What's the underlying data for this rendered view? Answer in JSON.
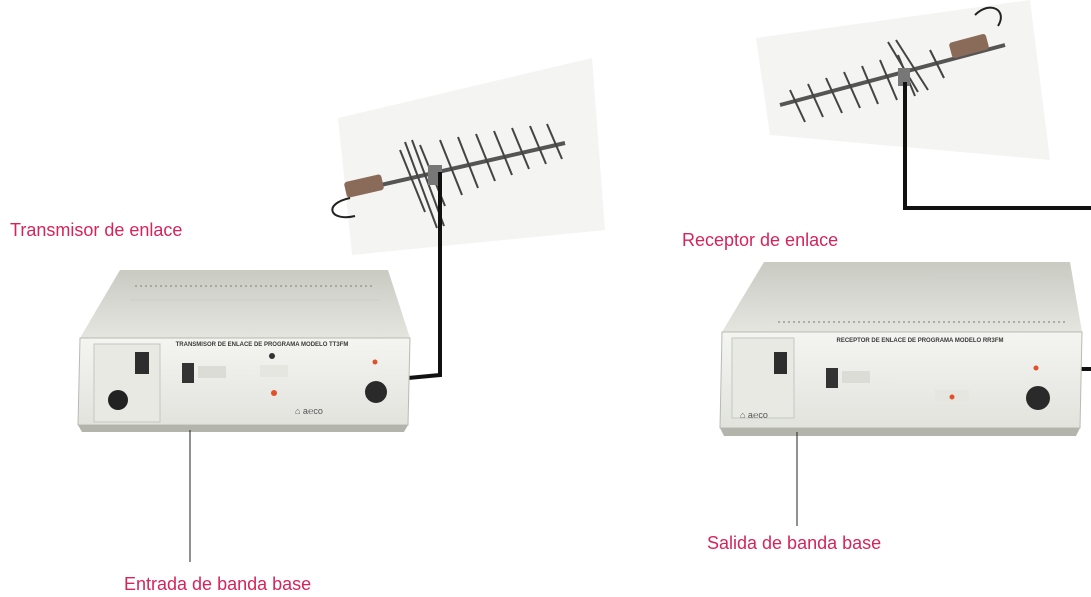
{
  "colors": {
    "label": "#d6245a",
    "cable": "#111111",
    "device_body": "#d9dbd4",
    "device_panel": "#f1f2ee",
    "indicator": "#e0502a"
  },
  "transmitter": {
    "label": "Transmisor de enlace",
    "panel_title": "TRANSMISOR DE ENLACE DE PROGRAMA  MODELO TT3FM",
    "input_label": "Entrada de banda base"
  },
  "receiver": {
    "label": "Receptor de enlace",
    "panel_title": "RECEPTOR DE ENLACE DE PROGRAMA  MODELO RR3FM",
    "output_label": "Salida de banda base"
  },
  "icons": [
    "yagi-antenna-icon",
    "power-switch-icon",
    "indicator-led-icon",
    "connector-knob-icon"
  ]
}
